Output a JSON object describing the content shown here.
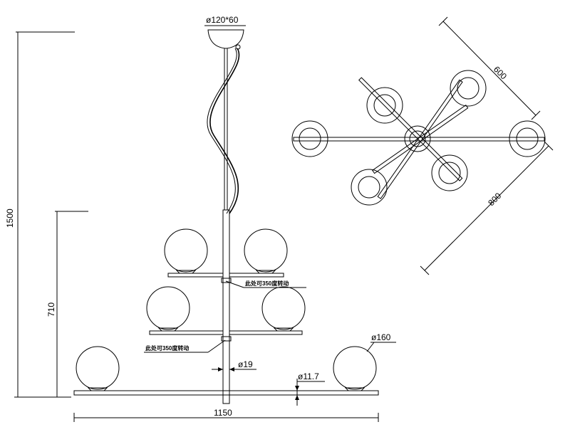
{
  "dimensions": {
    "canopy": "ø120*60",
    "total_height": "1500",
    "lower_height": "710",
    "total_width": "1150",
    "stem_diameter": "ø19",
    "arm_diameter": "ø11.7",
    "globe_diameter": "ø160",
    "plan_depth": "600",
    "plan_width": "800"
  },
  "notes": {
    "rotate_upper": "此处可350度转动",
    "rotate_lower": "此处可350度转动"
  }
}
